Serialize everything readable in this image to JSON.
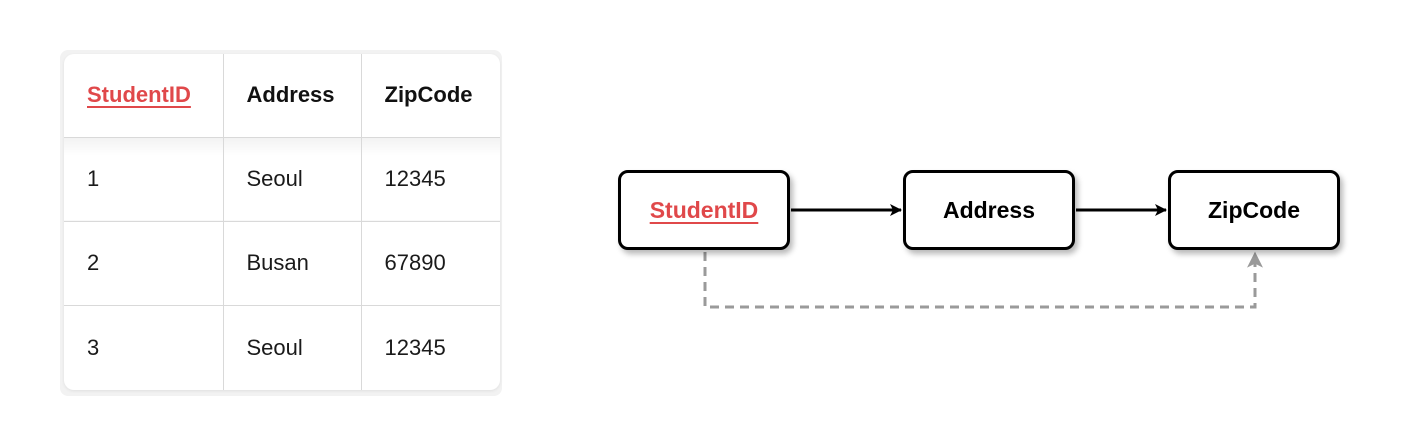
{
  "table": {
    "columns": [
      {
        "label": "StudentID",
        "primary_key": true
      },
      {
        "label": "Address",
        "primary_key": false
      },
      {
        "label": "ZipCode",
        "primary_key": false
      }
    ],
    "rows": [
      [
        "1",
        "Seoul",
        "12345"
      ],
      [
        "2",
        "Busan",
        "67890"
      ],
      [
        "3",
        "Seoul",
        "12345"
      ]
    ]
  },
  "diagram": {
    "nodes": [
      {
        "id": "student",
        "label": "StudentID",
        "primary_key": true
      },
      {
        "id": "address",
        "label": "Address",
        "primary_key": false
      },
      {
        "id": "zip",
        "label": "ZipCode",
        "primary_key": false
      }
    ],
    "edges": [
      {
        "from": "StudentID",
        "to": "Address",
        "style": "solid"
      },
      {
        "from": "Address",
        "to": "ZipCode",
        "style": "solid"
      },
      {
        "from": "StudentID",
        "to": "ZipCode",
        "style": "dashed"
      }
    ]
  },
  "colors": {
    "primary_key": "#e0484a",
    "solid_arrow": "#000000",
    "dashed_arrow": "#9a9a9a",
    "grid_line": "#d9d9d9"
  }
}
